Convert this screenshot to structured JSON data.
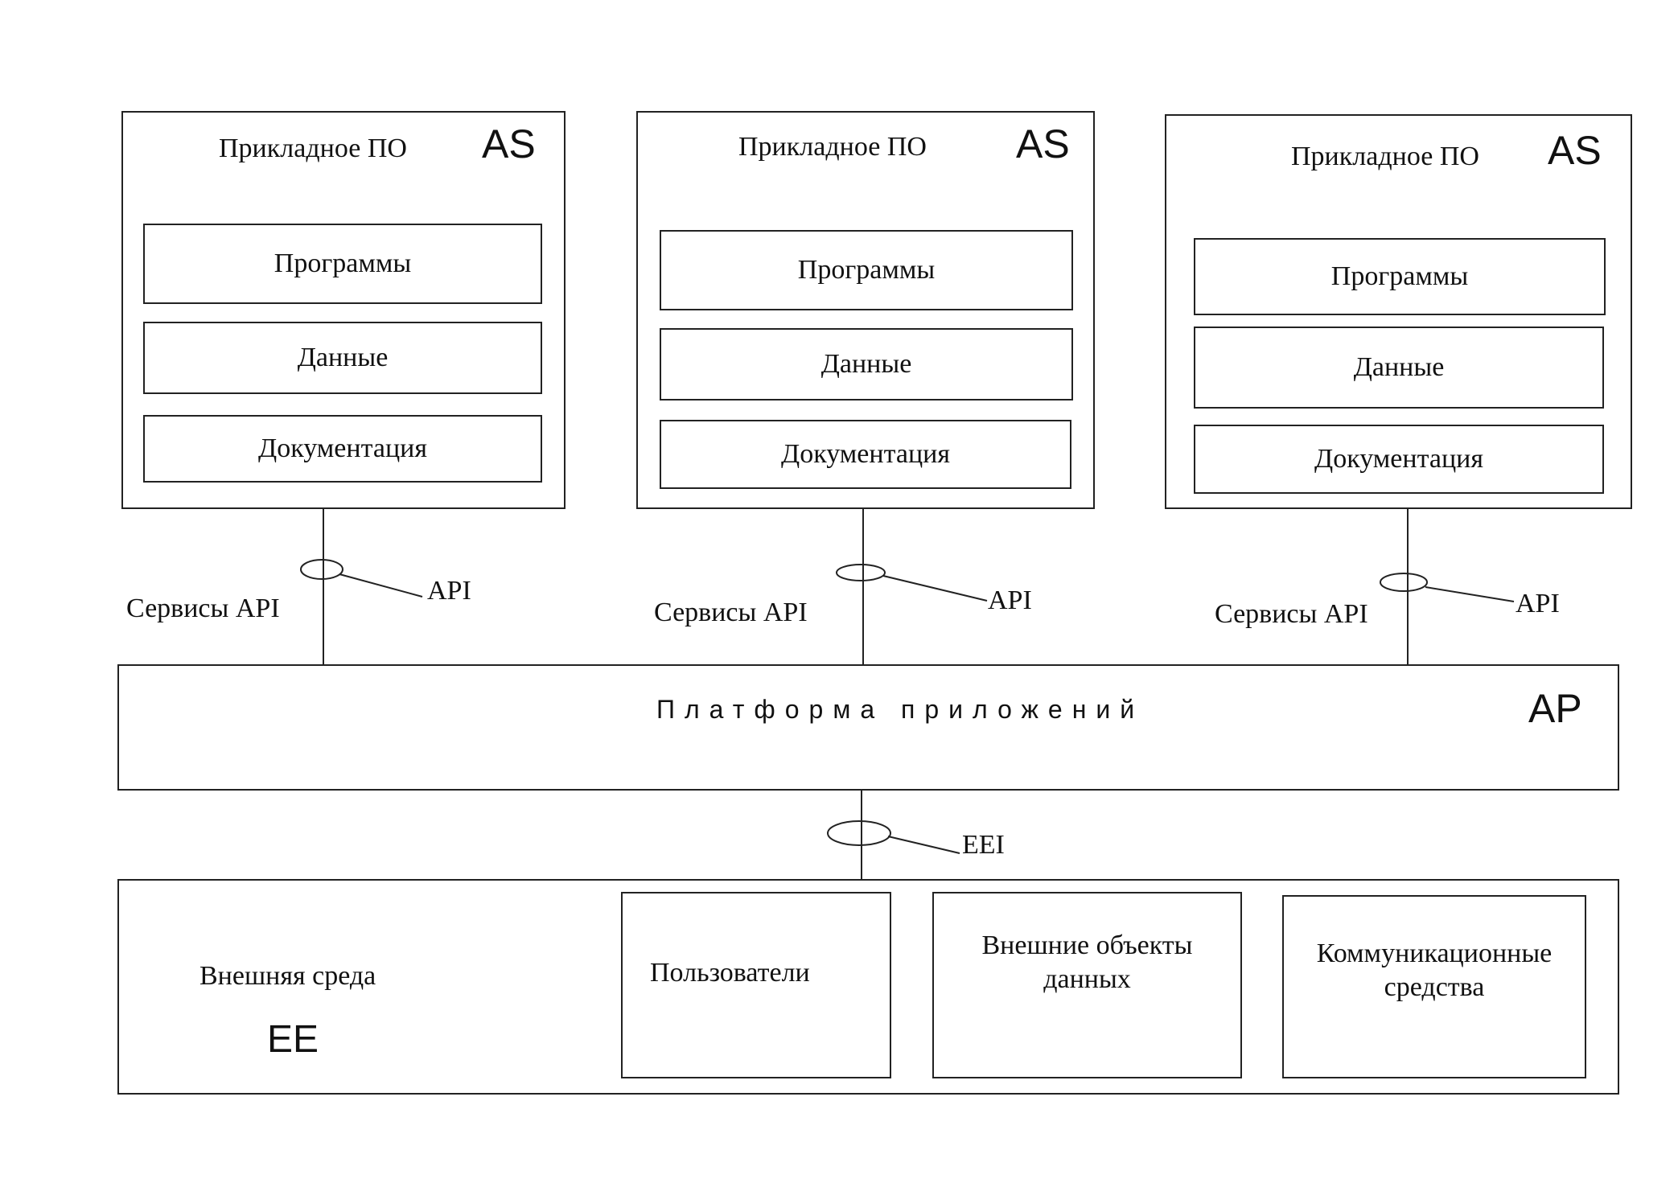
{
  "as_blocks": [
    {
      "title": "Прикладное ПО",
      "tag": "AS",
      "items": [
        "Программы",
        "Данные",
        "Документация"
      ],
      "api_services_label": "Сервисы API",
      "api_label": "API"
    },
    {
      "title": "Прикладное ПО",
      "tag": "AS",
      "items": [
        "Программы",
        "Данные",
        "Документация"
      ],
      "api_services_label": "Сервисы API",
      "api_label": "API"
    },
    {
      "title": "Прикладное ПО",
      "tag": "AS",
      "items": [
        "Программы",
        "Данные",
        "Документация"
      ],
      "api_services_label": "Сервисы API",
      "api_label": "API"
    }
  ],
  "platform": {
    "title": "Платформа приложений",
    "tag": "AP"
  },
  "interface": {
    "label": "EEI"
  },
  "environment": {
    "title": "Внешняя среда",
    "tag": "EE",
    "items": [
      "Пользователи",
      "Внешние объекты данных",
      "Коммуникационные средства"
    ]
  }
}
